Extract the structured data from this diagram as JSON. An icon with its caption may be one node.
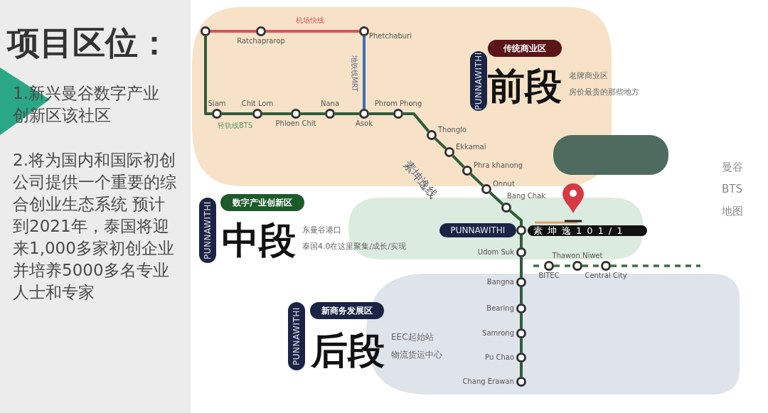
{
  "diagram": {
    "title": "项目区位：",
    "nodes": [
      {
        "text": [],
        "shape": "circle"
      },
      {
        "text": [
          "Ratchaprarop"
        ]
      },
      {
        "text": [
          "Phetchaburi"
        ]
      },
      {
        "text": [
          "Siam"
        ]
      },
      {
        "text": [
          "Chit Lom"
        ]
      },
      {
        "text": [
          "Phloen Chit"
        ]
      },
      {
        "text": [
          "Nana"
        ]
      },
      {
        "text": [
          "Asok"
        ]
      },
      {
        "text": [
          "Phrom Phong"
        ]
      },
      {
        "text": [
          "Thonglo"
        ]
      },
      {
        "text": [
          "Ekkamai"
        ]
      },
      {
        "text": [
          "Phra khanong"
        ]
      },
      {
        "text": [
          "Onnut"
        ]
      },
      {
        "text": [
          "Bang Chak"
        ]
      },
      {
        "text": [],
        "shape": "circle"
      },
      {
        "text": [
          "Udom Suk"
        ]
      },
      {
        "text": [
          "Bangna"
        ]
      },
      {
        "text": [
          "Bearing"
        ]
      },
      {
        "text": [
          "Samrong"
        ]
      },
      {
        "text": [
          "Pu Chao"
        ]
      },
      {
        "text": [
          "Chang Erawan"
        ]
      },
      {
        "text": [
          "BITEC"
        ]
      },
      {
        "text": [
          "Thawon Niwet"
        ]
      },
      {
        "text": [
          "Central City"
        ]
      },
      {
        "text": [
          "PUNNAWITHI"
        ]
      },
      {
        "text": [
          "传统商业区"
        ]
      },
      {
        "text": [
          "PUNNAWITHI"
        ]
      },
      {
        "text": [
          "数字产业创新区"
        ]
      },
      {
        "text": [
          "PUNNAWITHI"
        ]
      },
      {
        "text": [
          "素坤逸101/1"
        ]
      },
      {
        "text": [
          "PUNNAWITHI"
        ]
      },
      {
        "text": [
          "新商务发展区"
        ]
      },
      {
        "text": [],
        "shape": "box"
      }
    ],
    "edges": [
      {
        "from": 0,
        "to": 1,
        "arrow": "none",
        "color": "#d9545c"
      },
      {
        "from": 1,
        "to": 2,
        "arrow": "none",
        "color": "#d9545c"
      },
      {
        "from": 2,
        "to": 7,
        "arrow": "none",
        "color": "#3a73b0"
      },
      {
        "from": 0,
        "to": 3,
        "arrow": "none"
      },
      {
        "from": 3,
        "to": 4,
        "arrow": "none"
      },
      {
        "from": 4,
        "to": 5,
        "arrow": "none"
      },
      {
        "from": 5,
        "to": 6,
        "arrow": "none"
      },
      {
        "from": 6,
        "to": 7,
        "arrow": "none"
      },
      {
        "from": 7,
        "to": 8,
        "arrow": "none"
      },
      {
        "from": 8,
        "to": 9,
        "arrow": "none"
      },
      {
        "from": 9,
        "to": 10,
        "arrow": "none"
      },
      {
        "from": 10,
        "to": 11,
        "arrow": "none"
      },
      {
        "from": 11,
        "to": 12,
        "arrow": "none"
      },
      {
        "from": 12,
        "to": 13,
        "arrow": "none"
      },
      {
        "from": 13,
        "to": 14,
        "arrow": "none"
      },
      {
        "from": 14,
        "to": 15,
        "arrow": "none"
      },
      {
        "from": 15,
        "to": 16,
        "arrow": "none"
      },
      {
        "from": 16,
        "to": 17,
        "arrow": "none"
      },
      {
        "from": 17,
        "to": 18,
        "arrow": "none"
      },
      {
        "from": 18,
        "to": 19,
        "arrow": "none"
      },
      {
        "from": 19,
        "to": 20,
        "arrow": "none"
      },
      {
        "from": null,
        "to": 21,
        "arrow": "none",
        "style": "dashed"
      },
      {
        "from": 21,
        "to": 22,
        "arrow": "none",
        "style": "dashed"
      },
      {
        "from": 22,
        "to": 23,
        "arrow": "none",
        "style": "dashed"
      },
      {
        "from": 23,
        "to": null,
        "arrow": "none",
        "style": "dashed"
      }
    ],
    "labels": [
      "1.新兴曼谷数字产业创新区该社区",
      "2.将为国内和国际初创公司提供一个重要的综合创业生态系统 预计到2021年，泰国将迎来1,000多家初创企业并培养5000多名专业人士和专家",
      "机场快线",
      "地铁线MRT",
      "轻轨线BTS",
      "前段",
      "老牌商业区",
      "房价最贵的那些地方",
      "素坤逸线",
      "中段",
      "东曼谷港口",
      "泰国4.0在这里聚集/成长/实现",
      "后段",
      "EEC起始站",
      "物流货运中心",
      "曼谷",
      "BTS",
      "地图"
    ]
  }
}
